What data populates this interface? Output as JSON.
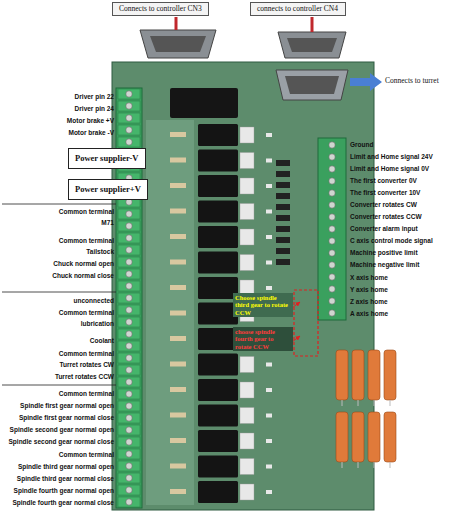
{
  "diagram": {
    "nodes": [
      {
        "text": [
          "Connects to controller CN3"
        ]
      },
      {
        "text": [
          "connects to controller CN4"
        ]
      },
      {
        "text": [
          "Power supplier-V"
        ]
      },
      {
        "text": [
          "Power supplier+V"
        ]
      }
    ],
    "labels": [
      "Connects to turret",
      "Driver pin 22",
      "Driver pin 24",
      "Motor brake +V",
      "Motor brake -V",
      "Common terminal",
      "M71",
      "Common terminal",
      "Tailstock",
      "Chuck normal open",
      "Chuck normal close",
      "unconnected",
      "Common terminal",
      "lubrication",
      "Coolant",
      "Common terminal",
      "Turret rotates CW",
      "Turret rotates CCW",
      "Common terminal",
      "Spindle first gear normal open",
      "Spindle first gear normal close",
      "Spindle second gear normal open",
      "Spindle second gear normal close",
      "Common terminal",
      "Spindle third gear normal open",
      "Spindle third gear normal close",
      "Spindle fourth gear normal open",
      "Spindle fourth gear normal close",
      "Ground",
      "Limit and Home signal 24V",
      "Limit and Home signal 0V",
      "The first converter 0V",
      "The first converter 10V",
      "Converter rotates CW",
      "Converter rotates CCW",
      "Converter alarm input",
      "C axis control mode signal",
      "Machine positive limit",
      "Machine negative limit",
      "X axis home",
      "Y axis home",
      "Z axis home",
      "A axis home",
      "Choose spindle third gear to rotate CCW",
      "choose spindle fourth gear to rotate CCW"
    ]
  }
}
